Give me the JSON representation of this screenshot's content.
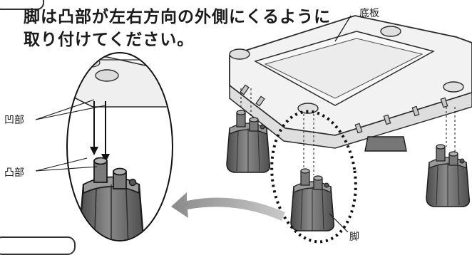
{
  "instruction": {
    "line1": "脚は凸部が左右方向の外側にくるように",
    "line2": "取り付けてください。"
  },
  "labels": {
    "base_plate": "底板",
    "recess": "凹部",
    "protrusion": "凸部",
    "leg": "脚"
  },
  "colors": {
    "base_fill": "#f2f2f2",
    "base_stroke": "#2b2b2b",
    "leg_fill": "#6e6e6e",
    "leg_dark": "#3f3f3f",
    "arrow": "#8c8c8c",
    "outline": "#111111"
  }
}
